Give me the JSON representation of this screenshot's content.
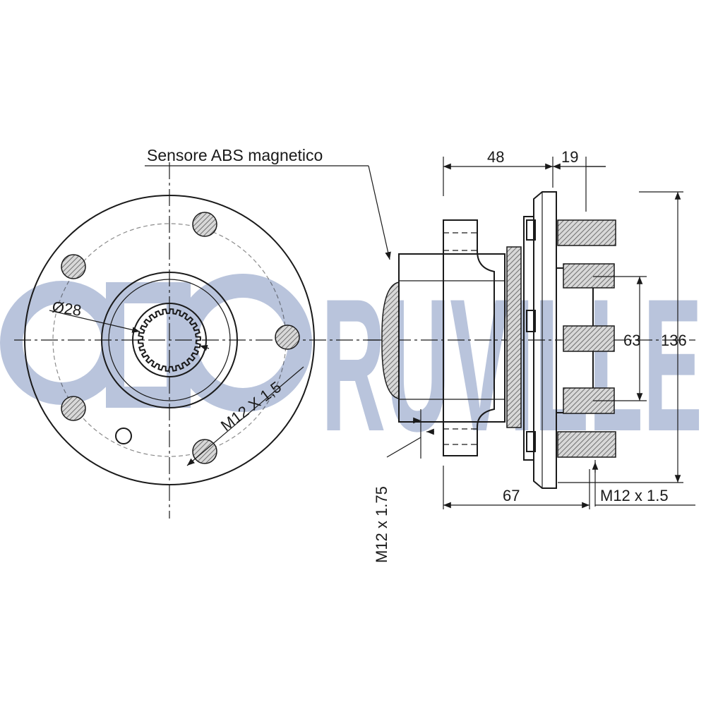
{
  "colors": {
    "line": "#1a1a1a",
    "watermark": "#b9c4dc",
    "background": "#ffffff"
  },
  "watermark": {
    "text": "RUVILLE"
  },
  "labels": {
    "abs_sensor": "Sensore ABS magnetico",
    "spline_diameter": "Ø28",
    "front_thread": "M12 X 1,5",
    "side_thread_bottom": "M12 x 1.75",
    "stud_thread": "M12 x 1.5"
  },
  "dimensions": {
    "hub_width": "48",
    "flange_offset": "19",
    "total_length": "67",
    "pilot_diameter": "63",
    "flange_diameter": "136"
  }
}
